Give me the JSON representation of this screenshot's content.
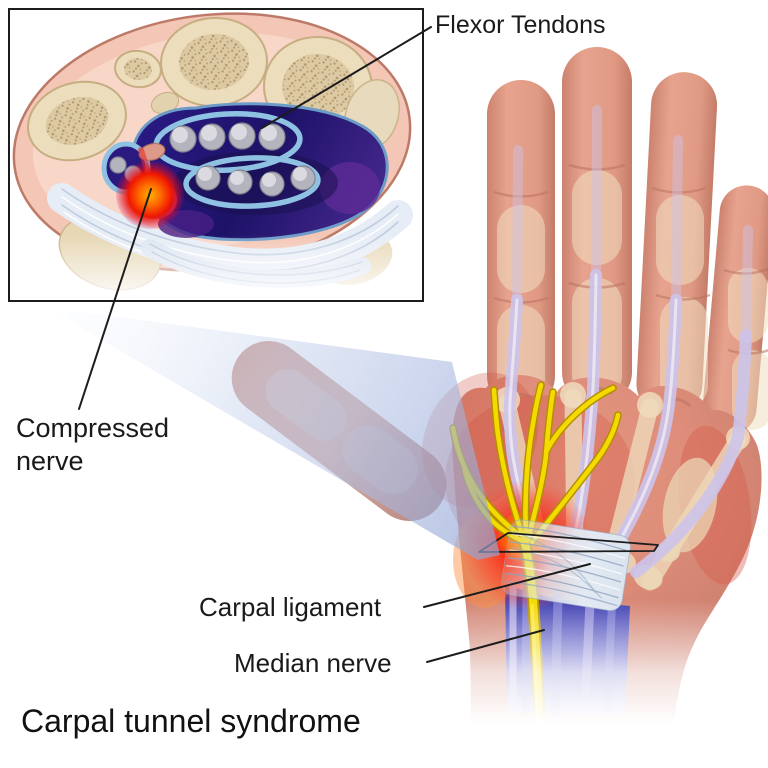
{
  "figure": {
    "title": "Carpal tunnel syndrome",
    "inset": {
      "label_flexor_tendons": "Flexor Tendons",
      "label_compressed_nerve": "Compressed nerve"
    },
    "hand": {
      "label_carpal_ligament": "Carpal ligament",
      "label_median_nerve": "Median nerve"
    },
    "colors": {
      "background": "#ffffff",
      "skin": "#e2997f",
      "skin_inset": "#f3c6b6",
      "bone_tan": "#ecddbc",
      "tendon_sheath_navy": "#1f1676",
      "sheath_ring_light_blue": "#8fc2e2",
      "tendon_gray": "#b4b4bf",
      "nerve_yellow": "#f4da00",
      "inflammation_red": "#ff2400",
      "ligament_white_blue": "#e3eaf3",
      "forearm_tendon_blue": "#3434a4",
      "projection_cone_blue": "#b3c4e6",
      "label_text": "#1a1a1a"
    }
  }
}
